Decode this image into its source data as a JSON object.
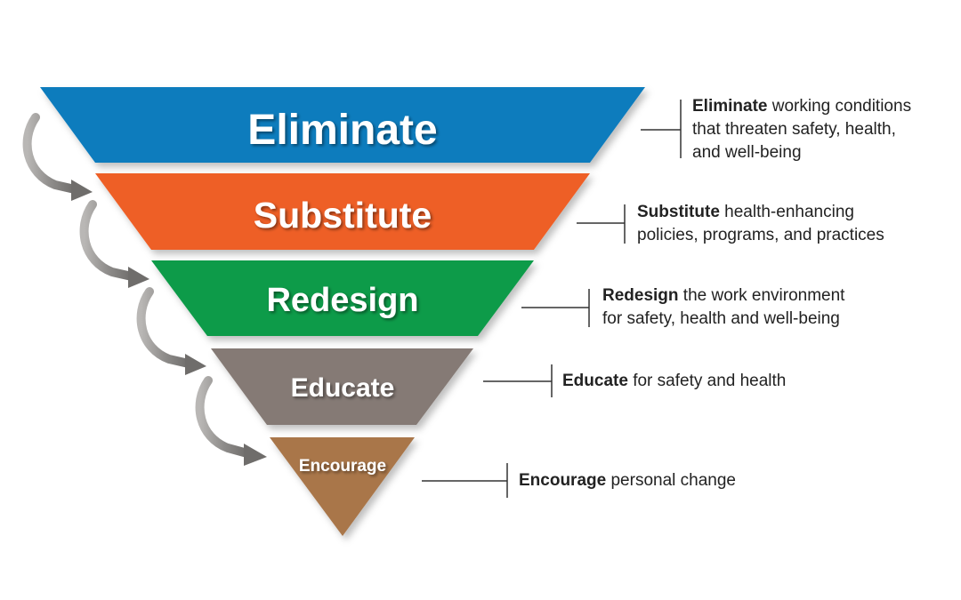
{
  "colors": {
    "eliminate": "#0a7bbd",
    "substitute": "#ee5f26",
    "redesign": "#0f9b48",
    "educate": "#857a74",
    "encourage": "#a9764a",
    "arrow": "#8c8a88",
    "line": "#333333"
  },
  "tiers": [
    {
      "label": "Eliminate",
      "desc_bold": "Eliminate",
      "desc_line1": " working conditions",
      "desc_line2": "that threaten safety, health,",
      "desc_line3": "and well-being"
    },
    {
      "label": "Substitute",
      "desc_bold": "Substitute",
      "desc_line1": " health-enhancing",
      "desc_line2": "policies, programs, and practices"
    },
    {
      "label": "Redesign",
      "desc_bold": "Redesign",
      "desc_line1": " the work environment",
      "desc_line2": "for safety, health and well-being"
    },
    {
      "label": "Educate",
      "desc_bold": "Educate",
      "desc_line1": " for safety and health"
    },
    {
      "label": "Encourage",
      "desc_bold": "Encourage",
      "desc_line1": " personal change"
    }
  ]
}
